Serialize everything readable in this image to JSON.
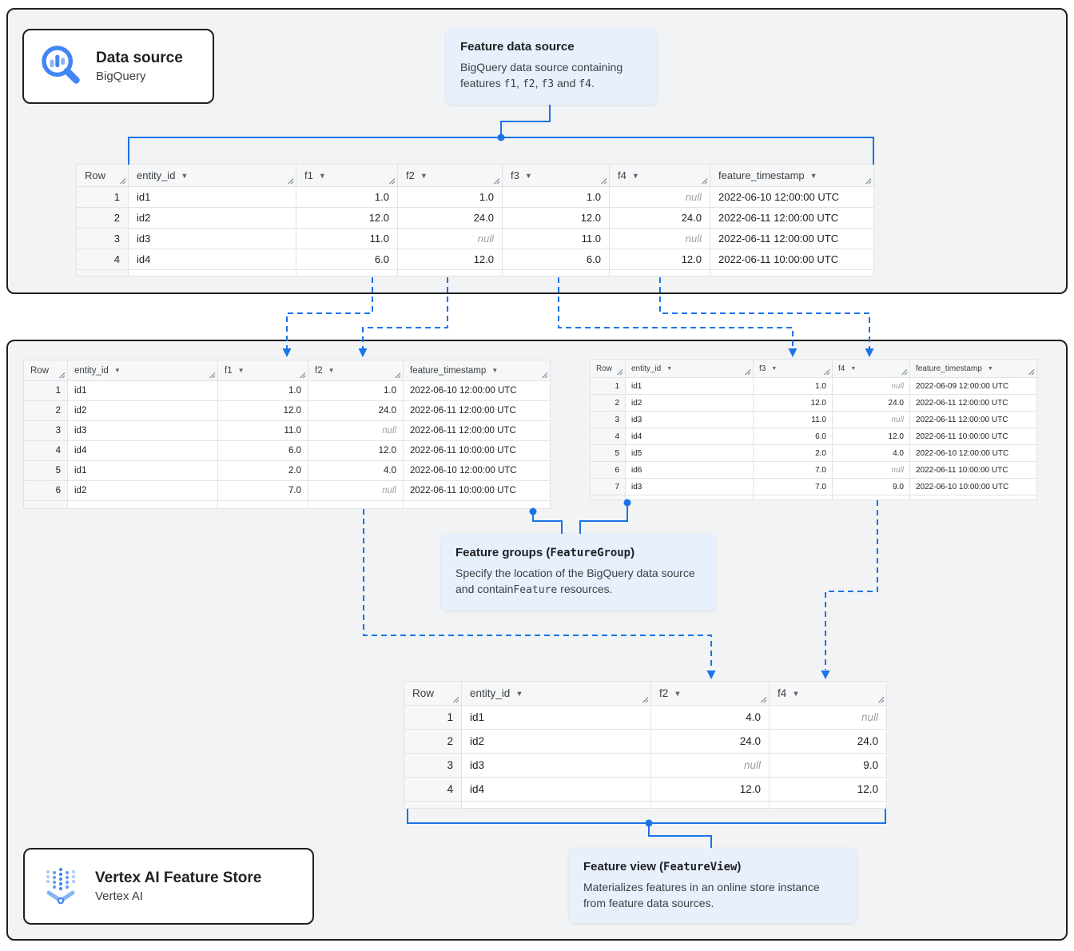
{
  "colors": {
    "accent": "#1a73e8",
    "callout_bg": "#e8f0fe",
    "zone_bg": "#f1f3f4",
    "null_text": "#9aa0a6",
    "icon_blue": "#4285f4",
    "icon_light_blue": "#8ab4f8"
  },
  "cards": {
    "data_source": {
      "title": "Data source",
      "subtitle": "BigQuery"
    },
    "feature_store": {
      "title": "Vertex AI Feature Store",
      "subtitle": "Vertex AI"
    }
  },
  "callouts": {
    "feature_data_source": {
      "title": [
        {
          "t": "Feature data source"
        }
      ],
      "body": [
        {
          "t": "BigQuery data source containing features "
        },
        {
          "t": "f1",
          "m": true
        },
        {
          "t": ", "
        },
        {
          "t": "f2",
          "m": true
        },
        {
          "t": ", "
        },
        {
          "t": "f3",
          "m": true
        },
        {
          "t": " and "
        },
        {
          "t": "f4",
          "m": true
        },
        {
          "t": "."
        }
      ]
    },
    "feature_groups": {
      "title": [
        {
          "t": "Feature groups ("
        },
        {
          "t": "FeatureGroup",
          "m": true
        },
        {
          "t": ")"
        }
      ],
      "body": [
        {
          "t": "Specify the location of the BigQuery data source and contain"
        },
        {
          "t": "Feature",
          "m": true
        },
        {
          "t": " resources."
        }
      ]
    },
    "feature_view": {
      "title": [
        {
          "t": "Feature view ("
        },
        {
          "t": "FeatureView",
          "m": true
        },
        {
          "t": ")"
        }
      ],
      "body": [
        {
          "t": "Materializes features in an online store instance from feature data sources."
        }
      ]
    }
  },
  "tables": {
    "source": {
      "columns": [
        "Row",
        "entity_id",
        "f1",
        "f2",
        "f3",
        "f4",
        "feature_timestamp"
      ],
      "rows": [
        [
          "1",
          "id1",
          "1.0",
          "1.0",
          "1.0",
          "null",
          "2022-06-10 12:00:00 UTC"
        ],
        [
          "2",
          "id2",
          "12.0",
          "24.0",
          "12.0",
          "24.0",
          "2022-06-11 12:00:00 UTC"
        ],
        [
          "3",
          "id3",
          "11.0",
          "null",
          "11.0",
          "null",
          "2022-06-11 12:00:00 UTC"
        ],
        [
          "4",
          "id4",
          "6.0",
          "12.0",
          "6.0",
          "12.0",
          "2022-06-11 10:00:00 UTC"
        ]
      ]
    },
    "group_f1_f2": {
      "columns": [
        "Row",
        "entity_id",
        "f1",
        "f2",
        "feature_timestamp"
      ],
      "rows": [
        [
          "1",
          "id1",
          "1.0",
          "1.0",
          "2022-06-10 12:00:00 UTC"
        ],
        [
          "2",
          "id2",
          "12.0",
          "24.0",
          "2022-06-11 12:00:00 UTC"
        ],
        [
          "3",
          "id3",
          "11.0",
          "null",
          "2022-06-11 12:00:00 UTC"
        ],
        [
          "4",
          "id4",
          "6.0",
          "12.0",
          "2022-06-11 10:00:00 UTC"
        ],
        [
          "5",
          "id1",
          "2.0",
          "4.0",
          "2022-06-10 12:00:00 UTC"
        ],
        [
          "6",
          "id2",
          "7.0",
          "null",
          "2022-06-11 10:00:00 UTC"
        ]
      ]
    },
    "group_f3_f4": {
      "columns": [
        "Row",
        "entity_id",
        "f3",
        "f4",
        "feature_timestamp"
      ],
      "rows": [
        [
          "1",
          "id1",
          "1.0",
          "null",
          "2022-06-09 12:00:00 UTC"
        ],
        [
          "2",
          "id2",
          "12.0",
          "24.0",
          "2022-06-11 12:00:00 UTC"
        ],
        [
          "3",
          "id3",
          "11.0",
          "null",
          "2022-06-11 12:00:00 UTC"
        ],
        [
          "4",
          "id4",
          "6.0",
          "12.0",
          "2022-06-11 10:00:00 UTC"
        ],
        [
          "5",
          "id5",
          "2.0",
          "4.0",
          "2022-06-10 12:00:00 UTC"
        ],
        [
          "6",
          "id6",
          "7.0",
          "null",
          "2022-06-11 10:00:00 UTC"
        ],
        [
          "7",
          "id3",
          "7.0",
          "9.0",
          "2022-06-10 10:00:00 UTC"
        ]
      ]
    },
    "feature_view": {
      "columns": [
        "Row",
        "entity_id",
        "f2",
        "f4"
      ],
      "rows": [
        [
          "1",
          "id1",
          "4.0",
          "null"
        ],
        [
          "2",
          "id2",
          "24.0",
          "24.0"
        ],
        [
          "3",
          "id3",
          "null",
          "9.0"
        ],
        [
          "4",
          "id4",
          "12.0",
          "12.0"
        ]
      ]
    }
  }
}
